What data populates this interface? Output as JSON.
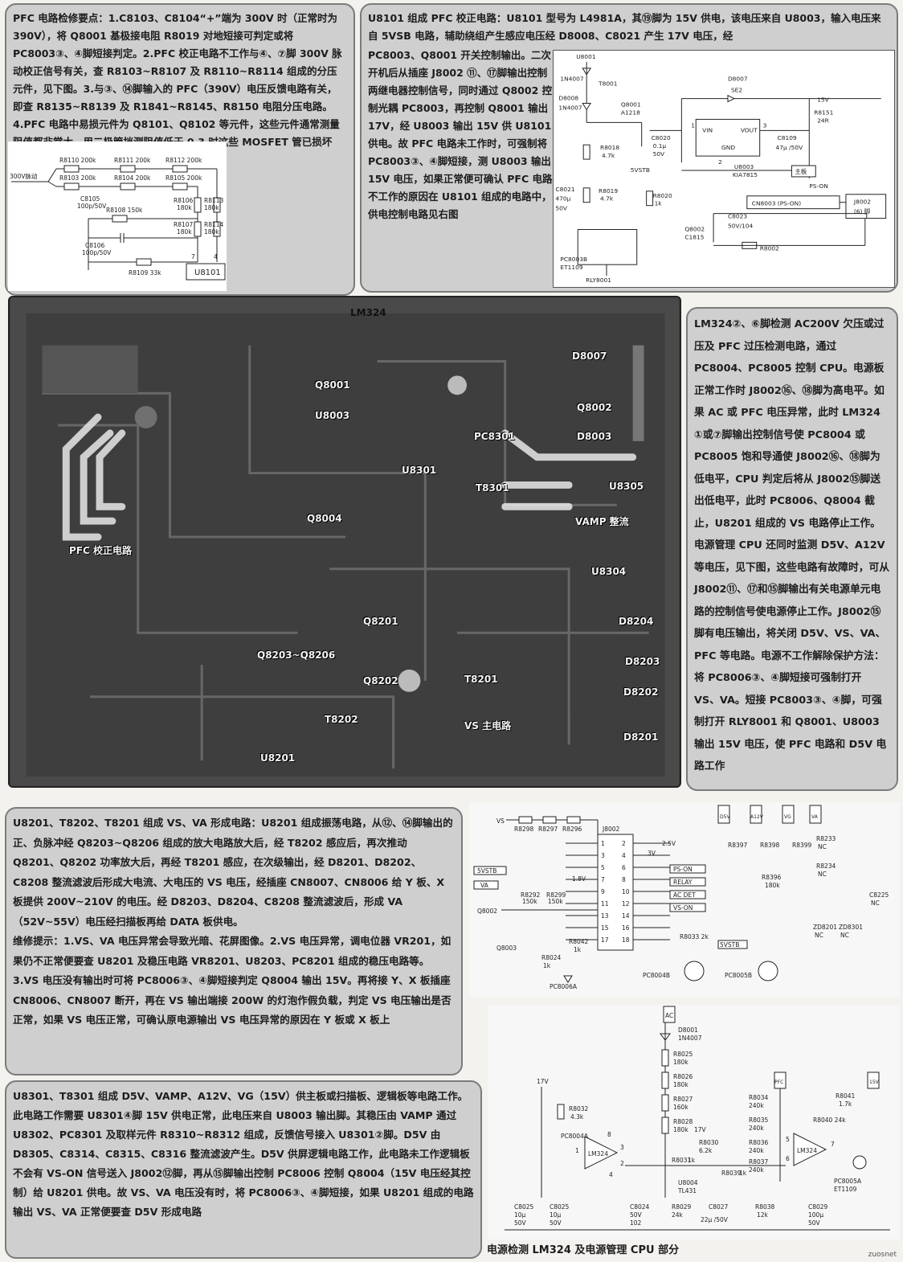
{
  "panels": {
    "pfc_repair": "PFC 电路检修要点：1.C8103、C8104“+”端为 300V 时（正常时为 390V），将 Q8001 基极接电阻 R8019 对地短接可判定或将 PC8003③、④脚短接判定。2.PFC 校正电路不工作与④、⑦脚 300V 脉动校正信号有关，查 R8103~R8107 及 R8110~R8114 组成的分压元件，见下图。3.与③、⑭脚输入的 PFC（390V）电压反馈电路有关，即查 R8135~R8139 及 R1841~R8145、R8150 电阻分压电路。4.PFC 电路中易损元件为 Q8101、Q8102 等元件，这些元件通常测量阻值都非常大，用二极管挡测阻值低于 0.3 时这些 MOSFET 管已损坏",
    "u8101_intro": "U8101 组成 PFC 校正电路：U8101 型号为 L4981A，其⑲脚为 15V 供电，该电压来自 U8003，输入电压来自 5VSB 电路，辅助绕组产生感应电压经 D8008、C8021 产生 17V 电压，经",
    "u8101_body": "PC8003、Q8001 开关控制输出。二次开机后从插座 J8002 ⑪、⑰脚输出控制两继电器控制信号，同时通过 Q8002 控制光耦 PC8003，再控制 Q8001 输出 17V，经 U8003 输出 15V 供 U8101 供电。故 PFC 电路未工作时，可强制将 PC8003③、④脚短接，测 U8003 输出 15V 电压，如果正常便可确认 PFC 电路不工作的原因在 U8101 组成的电路中，供电控制电路见右图",
    "lm324_right": "LM324②、⑥脚检测 AC200V 欠压或过压及 PFC 过压检测电路，通过 PC8004、PC8005 控制 CPU。电源板正常工作时 J8002⑯、⑱脚为高电平。如果 AC 或 PFC 电压异常，此时 LM324 ①或⑦脚输出控制信号使 PC8004 或 PC8005 饱和导通使 J8002⑯、⑱脚为低电平，CPU 判定后将从 J8002⑮脚送出低电平，此时 PC8006、Q8004 截止，U8201 组成的 VS 电路停止工作。",
    "cpu_right": "电源管理 CPU 还同时监测 D5V、A12V 等电压，见下图，这些电路有故障时，可从 J8002⑪、⑰和⑮脚输出有关电源单元电路的控制信号使电源停止工作。J8002⑮脚有电压输出，将关闭 D5V、VS、VA、PFC 等电路。电源不工作解除保护方法：将 PC8006③、④脚短接可强制打开 VS、VA。短接 PC8003③、④脚，可强制打开 RLY8001 和 Q8001、U8003 输出 15V 电压，使 PFC 电路和 D5V 电路工作",
    "vs_va": "U8201、T8202、T8201 组成 VS、VA 形成电路：U8201 组成振荡电路，从⑫、⑭脚输出的正、负脉冲经 Q8203~Q8206 组成的放大电路放大后，经 T8202 感应后，再次推动 Q8201、Q8202 功率放大后，再经 T8201 感应，在次级输出，经 D8201、D8202、C8208 整流滤波后形成大电流、大电压的 VS 电压，经插座 CN8007、CN8006 给 Y 板、X 板提供 200V~210V 的电压。经 D8203、D8204、C8208 整流滤波后，形成 VA（52V~55V）电压经扫描板再给 DATA 板供电。",
    "vs_repair": "维修提示：1.VS、VA 电压异常会导致光暗、花屏图像。2.VS 电压异常，调电位器 VR201，如果仍不正常便要查 U8201 及稳压电路 VR8201、U8203、PC8201 组成的稳压电路等。3.VS 电压没有输出时可将 PC8006③、④脚短接判定 Q8004 输出 15V。再将接 Y、X 板插座 CN8006、CN8007 断开，再在 VS 输出端接 200W 的灯泡作假负载，判定 VS 电压输出是否正常，如果 VS 电压正常，可确认原电源输出 VS 电压异常的原因在 Y 板或 X 板上",
    "d5v": "U8301、T8301 组成 D5V、VAMP、A12V、VG（15V）供主板或扫描板、逻辑板等电路工作。此电路工作需要 U8301④脚 15V 供电正常，此电压来自 U8003 输出脚。其稳压由 VAMP 通过 U8302、PC8301 及取样元件 R8310~R8312 组成，反馈信号接入 U8301②脚。D5V 由 D8305、C8314、C8315、C8316 整流滤波产生。D5V 供屏逻辑电路工作，此电路未工作逻辑板不会有 VS-ON 信号送入 J8002⑫脚，再从⑮脚输出控制 PC8006 控制 Q8004（15V 电压经其控制）给 U8201 供电。故 VS、VA 电压没有时，将 PC8006③、④脚短接，如果 U8201 组成的电路输出 VS、VA 正常便要查 D5V 形成电路"
  },
  "photo_labels": {
    "lm324": "LM324",
    "q8001": "Q8001",
    "u8003": "U8003",
    "d8007": "D8007",
    "q8002": "Q8002",
    "d8003": "D8003",
    "pc8301": "PC8301",
    "u8301": "U8301",
    "t8301": "T8301",
    "u8305": "U8305",
    "vamp": "VAMP 整流",
    "q8004": "Q8004",
    "pfc": "PFC 校正电路",
    "u8304": "U8304",
    "q8201": "Q8201",
    "d8204": "D8204",
    "q8203": "Q8203~Q8206",
    "d8203": "D8203",
    "q8202": "Q8202",
    "t8201": "T8201",
    "d8202": "D8202",
    "t8202": "T8202",
    "vs_main": "VS 主电路",
    "d8201": "D8201",
    "u8201": "U8201"
  },
  "schem1": {
    "pulse": "300V脉动",
    "r8110": "R8110 200k",
    "r8111": "R8111 200k",
    "r8112": "R8112 200k",
    "r8103": "R8103 200k",
    "r8104": "R8104 200k",
    "r8105": "R8105 200k",
    "c8105": "C8105",
    "c8105v": "100p/50V",
    "r8108": "R8108 150k",
    "r8106": "R8106",
    "r8106v": "180k",
    "r8107": "R8107",
    "r8107v": "180k",
    "r8113": "R8113",
    "r8113v": "180k",
    "r8114": "R8114",
    "r8114v": "180k",
    "c8106": "C8106",
    "c8106v": "100p/50V",
    "r8109": "R8109 33k",
    "pin7": "7",
    "pin4": "4",
    "u8101": "U8101"
  },
  "schem2": {
    "u8001": "U8001",
    "d1": "1N4007",
    "t8001": "T8001",
    "d8008": "D8008",
    "d2": "1N4007",
    "q8001": "Q8001",
    "a1218": "A1218",
    "d8007": "D8007",
    "se2": "SE2",
    "v15": "15V",
    "r8151": "R8151",
    "r24": "24R",
    "vin": "VIN",
    "vout": "VOUT",
    "gnd": "GND",
    "p1": "1",
    "p3": "3",
    "p2": "2",
    "c8020": "C8020",
    "c8020v": "0.1μ",
    "c8020v2": "50V",
    "c8109": "C8109",
    "c8109v": "47μ /50V",
    "r8018": "R8018",
    "r8018v": "4.7k",
    "u8003": "U8003",
    "kia": "KIA7815",
    "c8021": "C8021",
    "c8021v": "470μ",
    "c8021v2": "50V",
    "r8019": "R8019",
    "r8019v": "4.7k",
    "vstb": "5VSTB",
    "r8020": "R8020",
    "r8020v": "1k",
    "main": "主板",
    "pson": "PS-ON",
    "cn8003": "CN8003 (PS-ON)",
    "j8002": "J8002",
    "j8002p": "(6) 脚",
    "c8023": "C8023",
    "c8023v": "50V/104",
    "pc8003b": "PC8003B",
    "et1109": "ET1109",
    "q8002": "Q8002",
    "c1815": "C1815",
    "r8002": "R8002",
    "rly8001": "RLY8001"
  },
  "schem3": {
    "vs": "VS",
    "r8298": "R8298",
    "r8297": "R8297",
    "r8296": "R8296",
    "j8002": "J8002",
    "v25": "2.5V",
    "v3": "3V",
    "v18": "1.8V",
    "d5v": "D5V",
    "a12v": "A12V",
    "vg": "VG",
    "va": "VA",
    "vstb": "5VSTB",
    "va2": "VA",
    "r8292": "R8292",
    "r8292v": "150k",
    "r8299": "R8299",
    "r8299v": "150k",
    "q8002": "Q8002",
    "q8003": "Q8003",
    "r8024": "R8024",
    "r8024v": "1k",
    "r8042": "R8042",
    "r8042v": "1k",
    "pson": "PS-ON",
    "relay": "RELAY",
    "acdet": "AC DET",
    "vson": "VS-ON",
    "r8033": "R8033 2k",
    "vstb2": "5VSTB",
    "r8397": "R8397",
    "r8398": "R8398",
    "r8399": "R8399",
    "r8396": "R8396",
    "r8396v": "180k",
    "r8233": "R8233",
    "nc1": "NC",
    "r8234": "R8234",
    "nc2": "NC",
    "c8225": "C8225",
    "nc3": "NC",
    "zd8201": "ZD8201",
    "nc4": "NC",
    "zd8301": "ZD8301",
    "nc5": "NC",
    "pc8006a": "PC8006A",
    "pc8004b": "PC8004B",
    "pc8005b": "PC8005B",
    "pins": [
      "1",
      "2",
      "3",
      "4",
      "5",
      "6",
      "7",
      "8",
      "9",
      "10",
      "11",
      "12",
      "13",
      "14",
      "15",
      "16",
      "17",
      "18"
    ]
  },
  "schem4": {
    "ac": "AC",
    "d8001": "D8001",
    "d8001v": "1N4007",
    "r8025": "R8025",
    "r8025v": "180k",
    "r8026": "R8026",
    "r8026v": "180k",
    "r8027": "R8027",
    "r8027v": "160k",
    "r8028": "R8028",
    "r8028v": "180k",
    "v17": "17V",
    "v17b": "17V",
    "r8032": "R8032",
    "r8032v": "4.3k",
    "pc8004a": "PC8004A",
    "lm324": "LM324",
    "lm324b": "LM324",
    "p8": "8",
    "p3": "3",
    "p2": "2",
    "p1": "1",
    "p4": "4",
    "r8030": "R8030",
    "r8030v": "6.2k",
    "r8031": "R8031",
    "r8031v": "1k",
    "r8039": "R8039",
    "r8039v": "1k",
    "u8004": "U8004",
    "tl431": "TL431",
    "pfc": "PFC",
    "r8034": "R8034",
    "r8034v": "240k",
    "r8035": "R8035",
    "r8035v": "240k",
    "r8036": "R8036",
    "r8036v": "240k",
    "r8037": "R8037",
    "r8037v": "240k",
    "v15": "15V",
    "r8041": "R8041",
    "r8041v": "1.7k",
    "r8040": "R8040 24k",
    "p5": "5",
    "p6": "6",
    "p7": "7",
    "pc8005a": "PC8005A",
    "et1109": "ET1109",
    "c8025a": "C8025",
    "c8025av": "10μ",
    "c8025av2": "50V",
    "c8025b": "C8025",
    "c8025bv": "10μ",
    "c8025bv2": "50V",
    "c8024": "C8024",
    "c8024v": "50V",
    "c8024v2": "102",
    "r8029": "R8029",
    "r8029v": "24k",
    "c8027": "C8027",
    "c8027v": "22μ /50V",
    "r8038": "R8038",
    "r8038v": "12k",
    "c8029": "C8029",
    "c8029v": "100μ",
    "c8029v2": "50V"
  },
  "caption": "电源检测 LM324 及电源管理 CPU 部分",
  "watermark": "zuosnet"
}
